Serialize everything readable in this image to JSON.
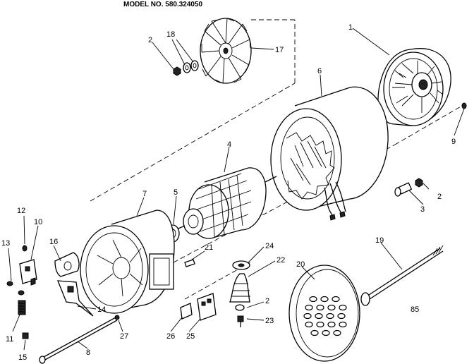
{
  "model_label": "MODEL NO. 580.324050",
  "figure_code": "85",
  "callouts": [
    {
      "id": "c1",
      "text": "1"
    },
    {
      "id": "c2a",
      "text": "2"
    },
    {
      "id": "c2b",
      "text": "2"
    },
    {
      "id": "c2c",
      "text": "2"
    },
    {
      "id": "c3",
      "text": "3"
    },
    {
      "id": "c4",
      "text": "4"
    },
    {
      "id": "c5",
      "text": "5"
    },
    {
      "id": "c6",
      "text": "6"
    },
    {
      "id": "c7",
      "text": "7"
    },
    {
      "id": "c8",
      "text": "8"
    },
    {
      "id": "c9",
      "text": "9"
    },
    {
      "id": "c10",
      "text": "10"
    },
    {
      "id": "c11",
      "text": "11"
    },
    {
      "id": "c12",
      "text": "12"
    },
    {
      "id": "c13",
      "text": "13"
    },
    {
      "id": "c14",
      "text": "14"
    },
    {
      "id": "c15",
      "text": "15"
    },
    {
      "id": "c16",
      "text": "16"
    },
    {
      "id": "c17",
      "text": "17"
    },
    {
      "id": "c18",
      "text": "18"
    },
    {
      "id": "c19",
      "text": "19"
    },
    {
      "id": "c20",
      "text": "20"
    },
    {
      "id": "c21",
      "text": "21"
    },
    {
      "id": "c22",
      "text": "22"
    },
    {
      "id": "c23",
      "text": "23"
    },
    {
      "id": "c24",
      "text": "24"
    },
    {
      "id": "c25",
      "text": "25"
    },
    {
      "id": "c26",
      "text": "26"
    },
    {
      "id": "c27",
      "text": "27"
    }
  ]
}
